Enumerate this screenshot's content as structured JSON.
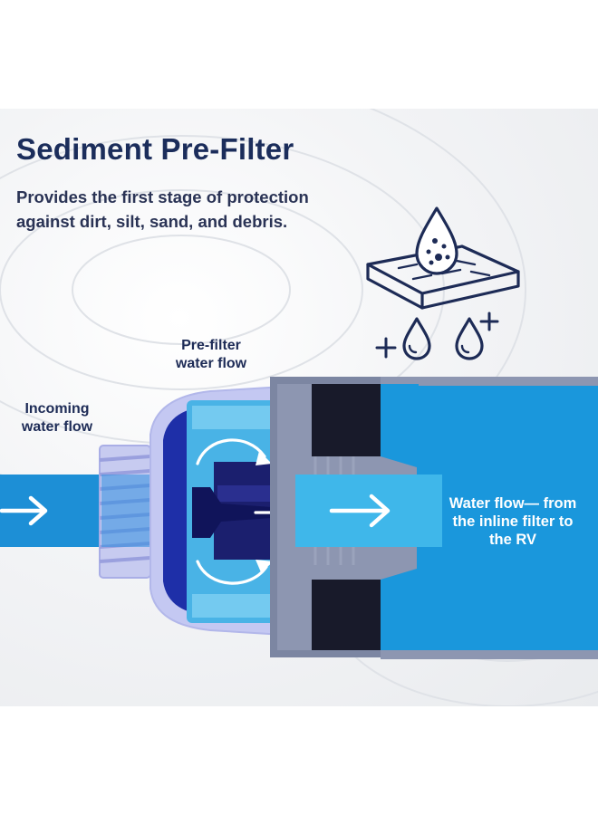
{
  "heading": {
    "title": "Sediment Pre-Filter",
    "subtitle": "Provides the first stage of protection against dirt, silt, sand, and debris."
  },
  "labels": {
    "pre_filter_flow": "Pre-filter water flow",
    "incoming_flow": "Incoming water flow",
    "outgoing_flow": "Water flow— from the inline filter to the RV"
  },
  "icons": [
    "water-drop-icon",
    "filter-layer-icon",
    "sparkle-icon",
    "flow-arrow-icon"
  ],
  "colors": {
    "title": "#1b2d5b",
    "water_blue": "#1a97dc",
    "light_blue": "#3fb7ea",
    "navy": "#1d2b56"
  }
}
